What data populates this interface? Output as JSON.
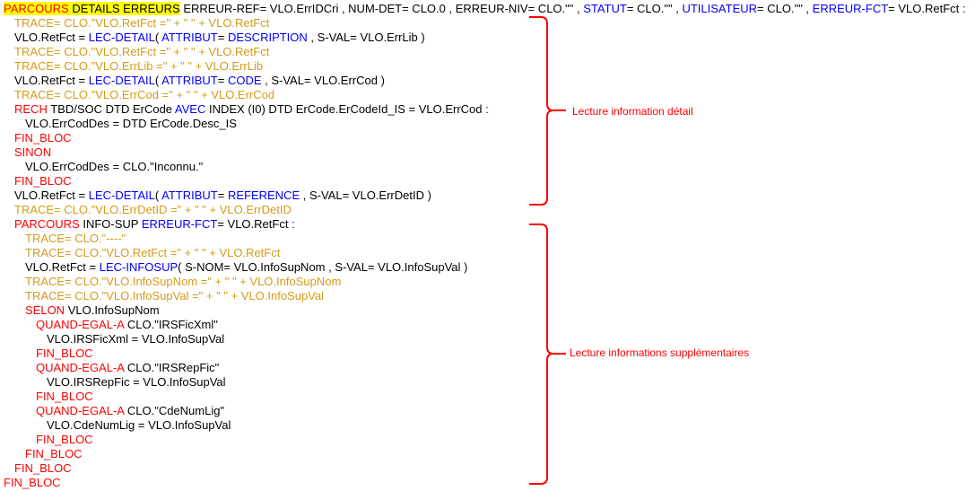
{
  "lines": [
    {
      "indent": 0,
      "segs": [
        {
          "t": "PARCOURS",
          "c": "kw hl"
        },
        {
          "t": " DETAILS ERREURS",
          "c": "hl"
        },
        {
          "t": " ERREUR-REF= VLO.ErrIDCri , NUM-DET= CLO.0 , ERREUR-NIV= CLO.\"\" , "
        },
        {
          "t": "STATUT",
          "c": "fn"
        },
        {
          "t": "= CLO.\"\" , "
        },
        {
          "t": "UTILISATEUR",
          "c": "fn"
        },
        {
          "t": "= CLO.\"\" , "
        },
        {
          "t": "ERREUR-FCT",
          "c": "fn"
        },
        {
          "t": "= VLO.RetFct "
        },
        {
          "t": ":",
          "c": "fn"
        }
      ]
    },
    {
      "indent": 1,
      "segs": [
        {
          "t": "TRACE= CLO.\"VLO.RetFct =\" + \" \" + VLO.RetFct",
          "c": "tr"
        }
      ]
    },
    {
      "indent": 1,
      "segs": [
        {
          "t": "VLO.RetFct = "
        },
        {
          "t": "LEC-DETAIL",
          "c": "fn"
        },
        {
          "t": "( "
        },
        {
          "t": "ATTRIBUT",
          "c": "fn"
        },
        {
          "t": "= "
        },
        {
          "t": "DESCRIPTION",
          "c": "fn"
        },
        {
          "t": " , S-VAL= VLO.ErrLib )"
        }
      ]
    },
    {
      "indent": 1,
      "segs": [
        {
          "t": "TRACE= CLO.\"VLO.RetFct =\" + \" \" + VLO.RetFct",
          "c": "tr"
        }
      ]
    },
    {
      "indent": 1,
      "segs": [
        {
          "t": "TRACE= CLO.\"VLO.ErrLib =\" + \" \" + VLO.ErrLib",
          "c": "tr"
        }
      ]
    },
    {
      "indent": 1,
      "segs": [
        {
          "t": "VLO.RetFct = "
        },
        {
          "t": "LEC-DETAIL",
          "c": "fn"
        },
        {
          "t": "( "
        },
        {
          "t": "ATTRIBUT",
          "c": "fn"
        },
        {
          "t": "= "
        },
        {
          "t": "CODE",
          "c": "fn"
        },
        {
          "t": " , S-VAL= VLO.ErrCod )"
        }
      ]
    },
    {
      "indent": 1,
      "segs": [
        {
          "t": "TRACE= CLO.\"VLO.ErrCod =\" + \" \" + VLO.ErrCod",
          "c": "tr"
        }
      ]
    },
    {
      "indent": 1,
      "segs": [
        {
          "t": "RECH",
          "c": "kw"
        },
        {
          "t": " TBD/SOC DTD ErCode "
        },
        {
          "t": "AVEC",
          "c": "fn"
        },
        {
          "t": " INDEX (I0) DTD ErCode.ErCodeId_IS = VLO.ErrCod "
        },
        {
          "t": ":",
          "c": "fn"
        }
      ]
    },
    {
      "indent": 2,
      "segs": [
        {
          "t": "VLO.ErrCodDes = DTD ErCode.Desc_IS"
        }
      ]
    },
    {
      "indent": 1,
      "segs": [
        {
          "t": "FIN_BLOC",
          "c": "kw"
        }
      ]
    },
    {
      "indent": 1,
      "segs": [
        {
          "t": "SINON",
          "c": "kw"
        }
      ]
    },
    {
      "indent": 2,
      "segs": [
        {
          "t": "VLO.ErrCodDes = CLO.\"Inconnu.\""
        }
      ]
    },
    {
      "indent": 1,
      "segs": [
        {
          "t": "FIN_BLOC",
          "c": "kw"
        }
      ]
    },
    {
      "indent": 1,
      "segs": [
        {
          "t": "VLO.RetFct = "
        },
        {
          "t": "LEC-DETAIL",
          "c": "fn"
        },
        {
          "t": "( "
        },
        {
          "t": "ATTRIBUT",
          "c": "fn"
        },
        {
          "t": "= "
        },
        {
          "t": "REFERENCE",
          "c": "fn"
        },
        {
          "t": " , S-VAL= VLO.ErrDetID )"
        }
      ]
    },
    {
      "indent": 1,
      "segs": [
        {
          "t": "TRACE= CLO.\"VLO.ErrDetID =\" + \" \" + VLO.ErrDetID",
          "c": "tr"
        }
      ]
    },
    {
      "indent": 1,
      "segs": [
        {
          "t": "PARCOURS",
          "c": "kw"
        },
        {
          "t": " INFO-SUP "
        },
        {
          "t": "ERREUR-FCT",
          "c": "fn"
        },
        {
          "t": "= VLO.RetFct "
        },
        {
          "t": ":",
          "c": "fn"
        }
      ]
    },
    {
      "indent": 2,
      "segs": [
        {
          "t": "TRACE= CLO.\"----\"",
          "c": "tr"
        }
      ]
    },
    {
      "indent": 2,
      "segs": [
        {
          "t": "TRACE= CLO.\"VLO.RetFct =\" + \" \" + VLO.RetFct",
          "c": "tr"
        }
      ]
    },
    {
      "indent": 2,
      "segs": [
        {
          "t": "VLO.RetFct = "
        },
        {
          "t": "LEC-INFOSUP",
          "c": "fn"
        },
        {
          "t": "( S-NOM= VLO.InfoSupNom , S-VAL= VLO.InfoSupVal )"
        }
      ]
    },
    {
      "indent": 2,
      "segs": [
        {
          "t": "TRACE= CLO.\"VLO.InfoSupNom =\" + \" \" + VLO.InfoSupNom",
          "c": "tr"
        }
      ]
    },
    {
      "indent": 2,
      "segs": [
        {
          "t": "TRACE= CLO.\"VLO.InfoSupVal =\" + \" \" + VLO.InfoSupVal",
          "c": "tr"
        }
      ]
    },
    {
      "indent": 2,
      "segs": [
        {
          "t": "SELON",
          "c": "kw"
        },
        {
          "t": " VLO.InfoSupNom"
        }
      ]
    },
    {
      "indent": 3,
      "segs": [
        {
          "t": "QUAND-EGAL-A",
          "c": "kw"
        },
        {
          "t": " CLO.\"IRSFicXml\""
        }
      ]
    },
    {
      "indent": 4,
      "segs": [
        {
          "t": "VLO.IRSFicXml = VLO.InfoSupVal"
        }
      ]
    },
    {
      "indent": 3,
      "segs": [
        {
          "t": "FIN_BLOC",
          "c": "kw"
        }
      ]
    },
    {
      "indent": 3,
      "segs": [
        {
          "t": "QUAND-EGAL-A",
          "c": "kw"
        },
        {
          "t": " CLO.\"IRSRepFic\""
        }
      ]
    },
    {
      "indent": 4,
      "segs": [
        {
          "t": "VLO.IRSRepFic = VLO.InfoSupVal"
        }
      ]
    },
    {
      "indent": 3,
      "segs": [
        {
          "t": "FIN_BLOC",
          "c": "kw"
        }
      ]
    },
    {
      "indent": 3,
      "segs": [
        {
          "t": "QUAND-EGAL-A",
          "c": "kw"
        },
        {
          "t": " CLO.\"CdeNumLig\""
        }
      ]
    },
    {
      "indent": 4,
      "segs": [
        {
          "t": "VLO.CdeNumLig = VLO.InfoSupVal"
        }
      ]
    },
    {
      "indent": 3,
      "segs": [
        {
          "t": "FIN_BLOC",
          "c": "kw"
        }
      ]
    },
    {
      "indent": 2,
      "segs": [
        {
          "t": "FIN_BLOC",
          "c": "kw"
        }
      ]
    },
    {
      "indent": 1,
      "segs": [
        {
          "t": "FIN_BLOC",
          "c": "kw"
        }
      ]
    },
    {
      "indent": 0,
      "segs": [
        {
          "t": "FIN_BLOC",
          "c": "kw"
        }
      ]
    }
  ],
  "annotations": {
    "detail": "Lecture information détail",
    "infosup": "Lecture informations supplémentaires"
  },
  "colors": {
    "keyword": "#ff0000",
    "function": "#0000ff",
    "trace": "#d49a1a",
    "highlight": "#ffff00",
    "brace": "#ff0000"
  }
}
